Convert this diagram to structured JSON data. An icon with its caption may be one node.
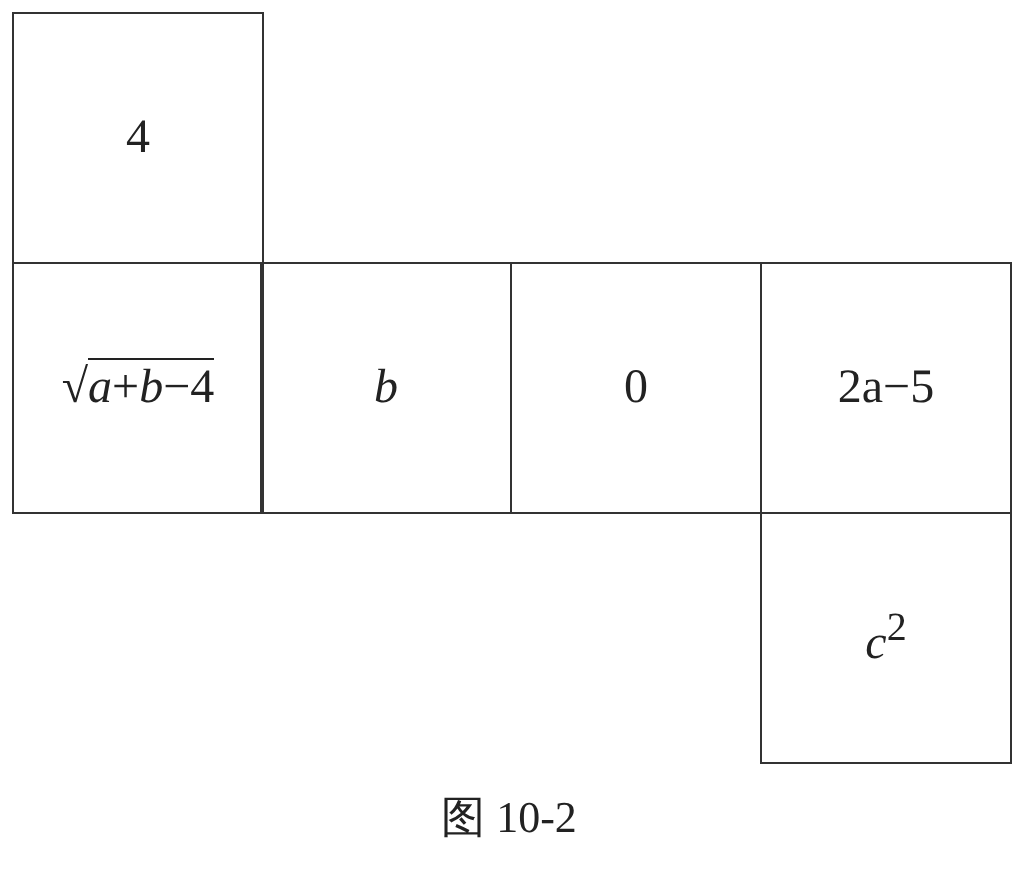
{
  "diagram": {
    "caption": "图 10-2",
    "nodes": [
      {
        "text": [
          "4"
        ]
      },
      {
        "text": [
          "√*a*+*b*−4"
        ]
      },
      {
        "text": [
          "*b*"
        ]
      },
      {
        "text": [
          "0"
        ]
      },
      {
        "text": [
          "2a−5"
        ]
      },
      {
        "text": [
          "*c*$^{2}$"
        ]
      }
    ]
  }
}
